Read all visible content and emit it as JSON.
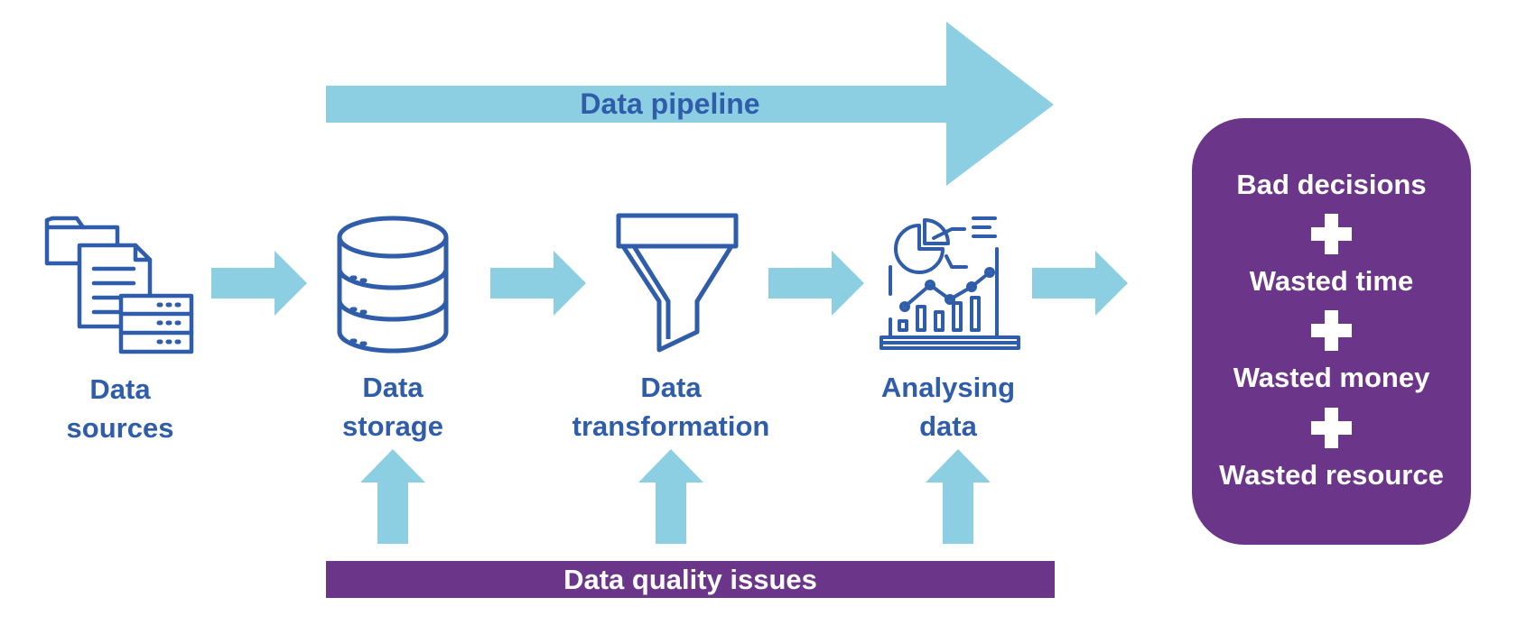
{
  "pipeline": {
    "label": "Data pipeline"
  },
  "stages": [
    {
      "line1": "Data",
      "line2": "sources",
      "icon": "documents-folder-server-icon"
    },
    {
      "line1": "Data",
      "line2": "storage",
      "icon": "database-icon"
    },
    {
      "line1": "Data",
      "line2": "transformation",
      "icon": "funnel-icon"
    },
    {
      "line1": "Analysing",
      "line2": "data",
      "icon": "analytics-dashboard-icon"
    }
  ],
  "issues": {
    "label": "Data quality issues"
  },
  "outcomes": [
    "Bad decisions",
    "Wasted time",
    "Wasted money",
    "Wasted resource"
  ],
  "colors": {
    "arrow": "#8ccfe2",
    "icon": "#2f5daa",
    "purple": "#6b3589",
    "text": "#2f5daa"
  }
}
